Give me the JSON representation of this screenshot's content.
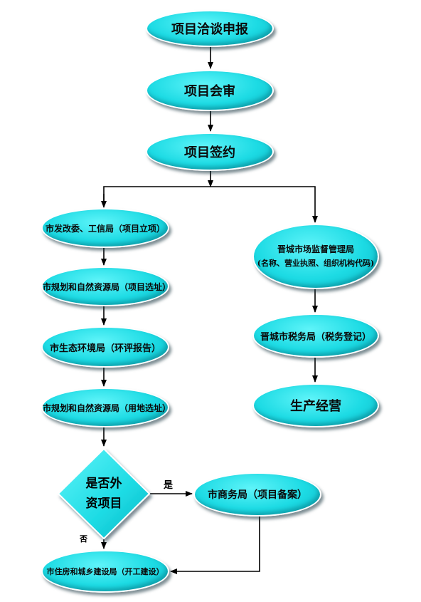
{
  "nodes": {
    "negotiate": "项目洽谈申报",
    "review": "项目会审",
    "sign": "项目签约",
    "ndrc": "市发改委、工信局（项目立项）",
    "planning_site": "市规划和自然资源局（项目选址）",
    "ecology": "市生态环境局（环评报告）",
    "planning_land": "市规划和自然资源局（用地选址）",
    "decision": "是否外资项目",
    "commerce": "市商务局（项目备案）",
    "housing": "市住房和城乡建设局（开工建设）",
    "market_line1": "晋城市场监督管理局",
    "market_line2": "(名称、营业执照、组织机构代码)",
    "tax": "晋城市税务局（税务登记）",
    "production": "生产经营"
  },
  "edge_labels": {
    "yes": "是",
    "no": "否"
  }
}
